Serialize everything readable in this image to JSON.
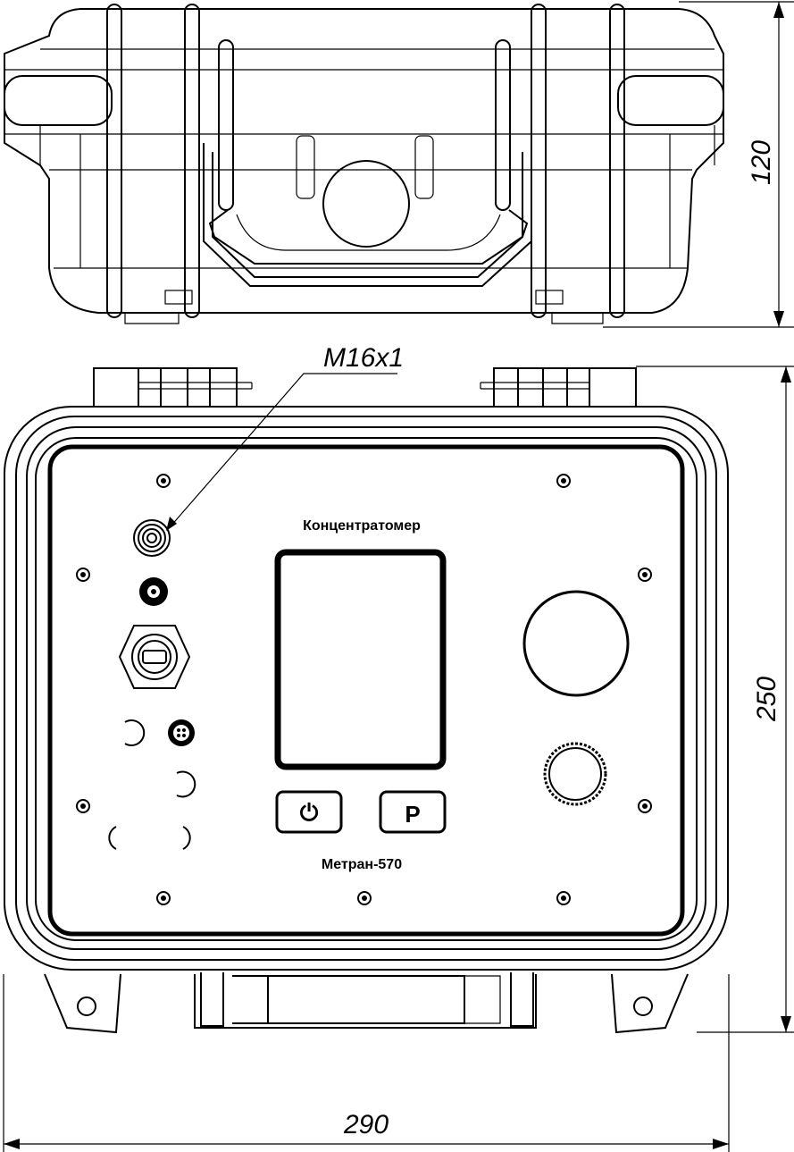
{
  "dimensions": {
    "height_top": "120",
    "height_front": "250",
    "width": "290",
    "thread_callout": "M16x1"
  },
  "panel": {
    "brand_label": "Концентратомер",
    "model_label": "Метран-570"
  },
  "buttons": {
    "power_symbol": "⏻",
    "p_label": "P"
  }
}
